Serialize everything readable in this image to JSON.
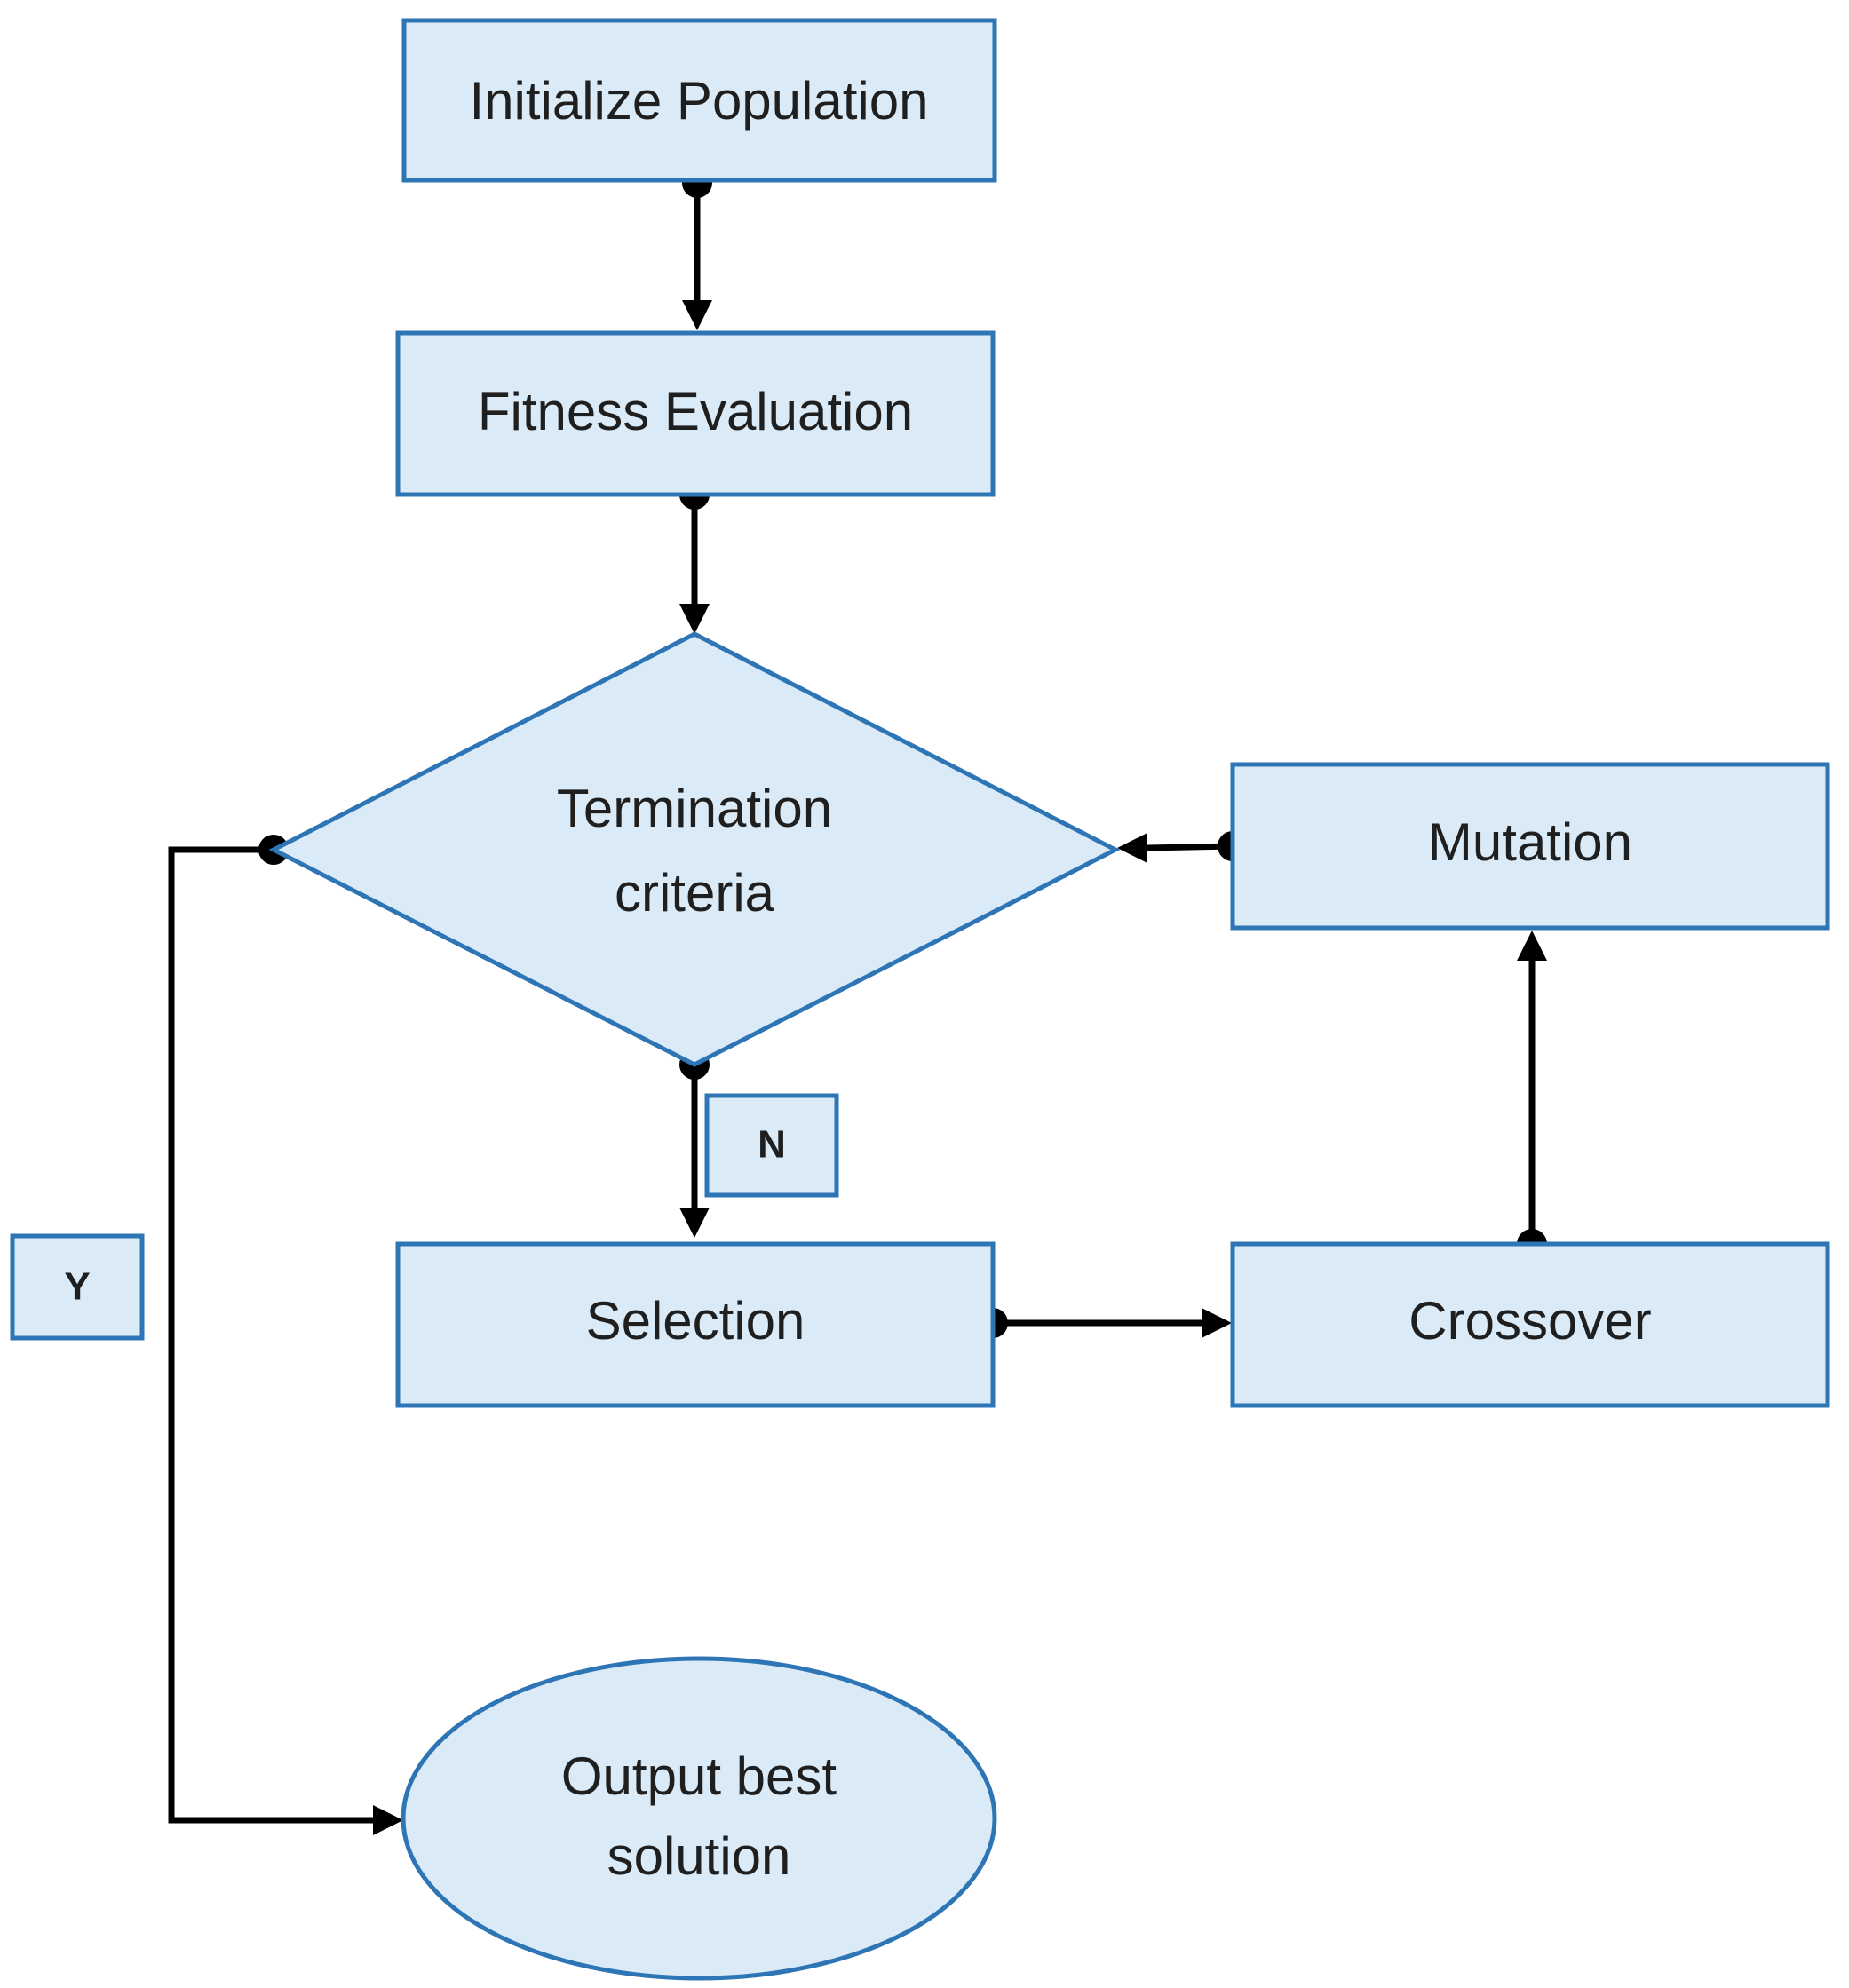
{
  "nodes": {
    "initialize": "Initialize Population",
    "fitness": "Fitness Evaluation",
    "termination_line1": "Termination",
    "termination_line2": "criteria",
    "mutation": "Mutation",
    "selection": "Selection",
    "crossover": "Crossover",
    "output_line1": "Output best",
    "output_line2": "solution"
  },
  "branch_labels": {
    "no": "N",
    "yes": "Y"
  },
  "colors": {
    "fill": "#daeaf6",
    "stroke": "#2e75b6",
    "connector": "#000000"
  }
}
